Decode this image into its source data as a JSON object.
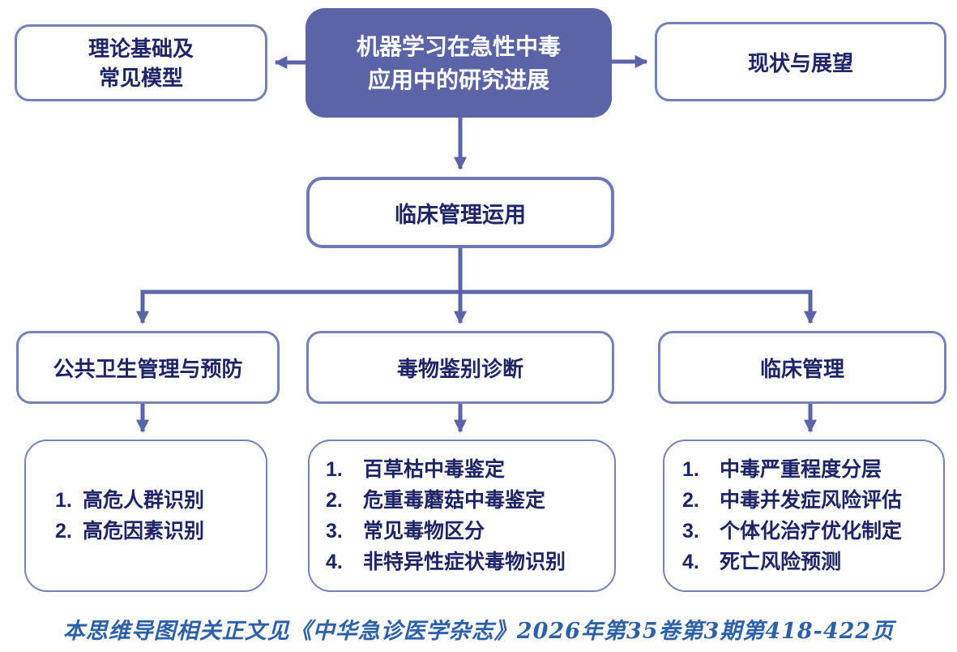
{
  "palette": {
    "node_fill": "#5a64a7",
    "node_border": "#7781b8",
    "text_dark": "#1e2468",
    "arrow": "#5a64a7",
    "caption_blue": "#2c60a9",
    "background": "#ffffff"
  },
  "nodes": {
    "root": {
      "line1": "机器学习在急性中毒",
      "line2": "应用中的研究进展"
    },
    "theory": {
      "line1": "理论基础及",
      "line2": "常见模型"
    },
    "outlook": {
      "label": "现状与展望"
    },
    "clinical_application": {
      "label": "临床管理运用"
    },
    "public_health": {
      "label": "公共卫生管理与预防"
    },
    "toxin_identification": {
      "label": "毒物鉴别诊断"
    },
    "clinical_management": {
      "label": "临床管理"
    }
  },
  "details": {
    "public_health": {
      "items": [
        {
          "num": "1.",
          "text": "高危人群识别"
        },
        {
          "num": "2.",
          "text": "高危因素识别"
        }
      ]
    },
    "toxin_identification": {
      "items": [
        {
          "num": "1.",
          "text": "百草枯中毒鉴定"
        },
        {
          "num": "2.",
          "text": "危重毒蘑菇中毒鉴定"
        },
        {
          "num": "3.",
          "text": "常见毒物区分"
        },
        {
          "num": "4.",
          "text": "非特异性症状毒物识别"
        }
      ]
    },
    "clinical_management": {
      "items": [
        {
          "num": "1.",
          "text": "中毒严重程度分层"
        },
        {
          "num": "2.",
          "text": "中毒并发症风险评估"
        },
        {
          "num": "3.",
          "text": "个体化治疗优化制定"
        },
        {
          "num": "4.",
          "text": "死亡风险预测"
        }
      ]
    }
  },
  "caption": "本思维导图相关正文见《中华急诊医学杂志》2026年第35卷第3期第418-422页"
}
